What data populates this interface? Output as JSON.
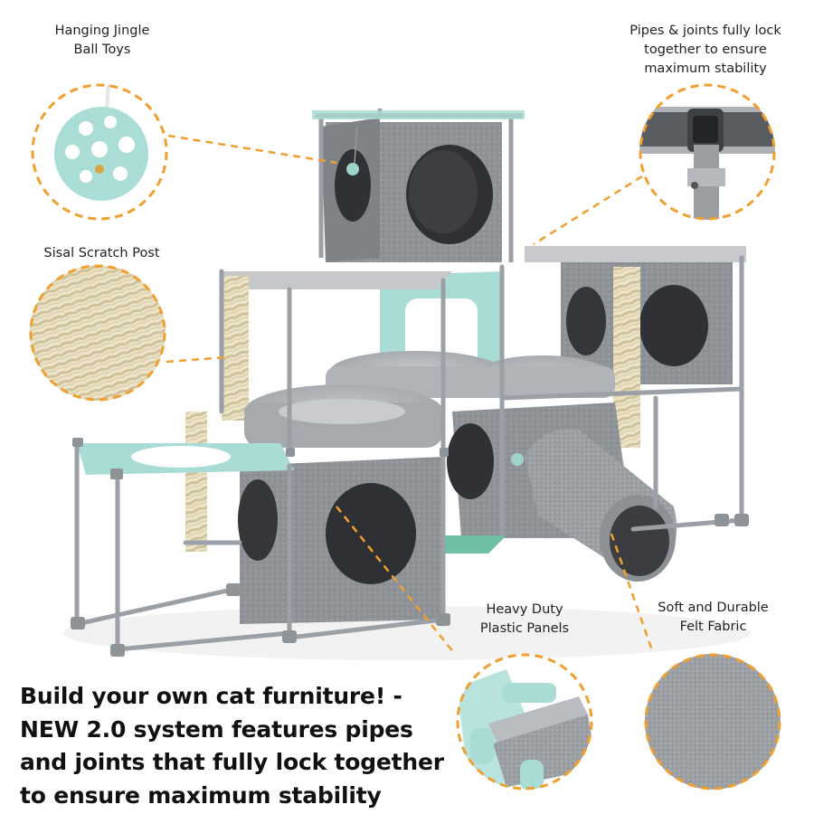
{
  "callouts": {
    "jingle_ball": {
      "line1": "Hanging Jingle",
      "line2": "Ball Toys"
    },
    "pipes_joints": {
      "line1": "Pipes & joints fully lock",
      "line2": "together to ensure",
      "line3": "maximum stability"
    },
    "sisal_post": {
      "line1": "Sisal Scratch Post"
    },
    "plastic_panels": {
      "line1": "Heavy Duty",
      "line2": "Plastic Panels"
    },
    "felt_fabric": {
      "line1": "Soft and Durable",
      "line2": "Felt Fabric"
    }
  },
  "headline": {
    "line1": "Build your own cat furniture! -",
    "line2": "NEW 2.0 system features pipes",
    "line3": "and joints that fully lock together",
    "line4": "to ensure maximum stability"
  },
  "colors": {
    "callout_ring": "#f0a030",
    "pipe": "#9aa0a6",
    "felt": "#8e9196",
    "mint_panel": "#a8dcd6",
    "sisal": "#ece4c8"
  },
  "icons": [
    "jingle-ball-icon",
    "pipe-joint-icon",
    "sisal-rope-icon",
    "plastic-panel-icon",
    "felt-fabric-icon"
  ]
}
